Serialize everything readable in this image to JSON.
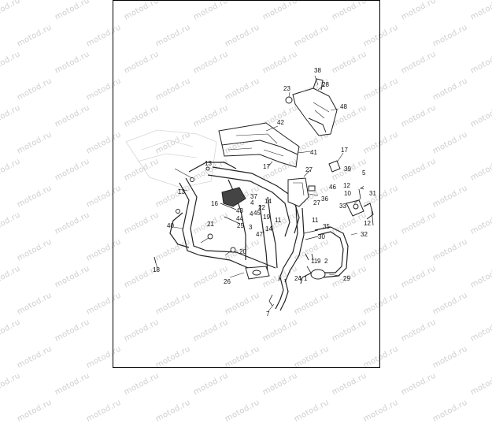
{
  "watermark": "motod.ru",
  "callouts": [
    "1",
    "2",
    "3",
    "4",
    "5",
    "7",
    "9",
    "10",
    "11",
    "12",
    "13",
    "14",
    "16",
    "17",
    "18",
    "19",
    "20",
    "21",
    "22",
    "23",
    "24",
    "25",
    "26",
    "27",
    "28",
    "29",
    "30",
    "31",
    "32",
    "33",
    "35",
    "36",
    "37",
    "38",
    "39",
    "40",
    "41",
    "42",
    "43",
    "44",
    "45",
    "46",
    "47",
    "48"
  ],
  "colors": {
    "line": "#222222",
    "frame": "#000000",
    "watermark": "#cfcfcf",
    "part_fill": "#ffffff",
    "dark_fill": "#444444"
  }
}
